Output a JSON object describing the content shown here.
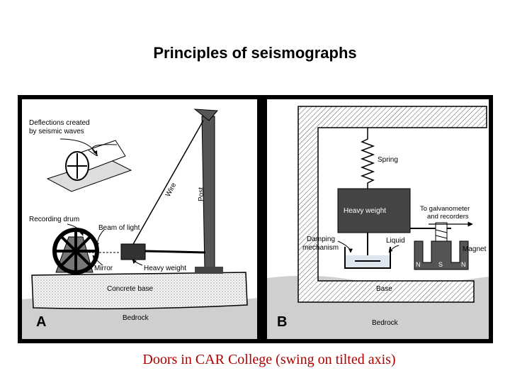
{
  "title": "Principles of seismographs",
  "caption": "Doors in CAR College (swing on tilted axis)",
  "panel_a": {
    "letter": "A",
    "deflections_1": "Deflections created",
    "deflections_2": "by seismic waves",
    "recording_drum": "Recording drum",
    "beam_of_light": "Beam of light",
    "mirror": "Mirror",
    "heavy_weight": "Heavy weight",
    "wire": "Wire",
    "post": "Post",
    "concrete_base": "Concrete base",
    "bedrock": "Bedrock"
  },
  "panel_b": {
    "letter": "B",
    "spring": "Spring",
    "heavy_weight": "Heavy weight",
    "galvanometer_1": "To galvanometer",
    "galvanometer_2": "and recorders",
    "damping_1": "Damping",
    "damping_2": "mechanism",
    "liquid": "Liquid",
    "pole_n1": "N",
    "pole_s": "S",
    "pole_n2": "N",
    "magnet": "Magnet",
    "base": "Base",
    "bedrock": "Bedrock"
  },
  "colors": {
    "caption": "#b00000",
    "frame": "#000000"
  }
}
